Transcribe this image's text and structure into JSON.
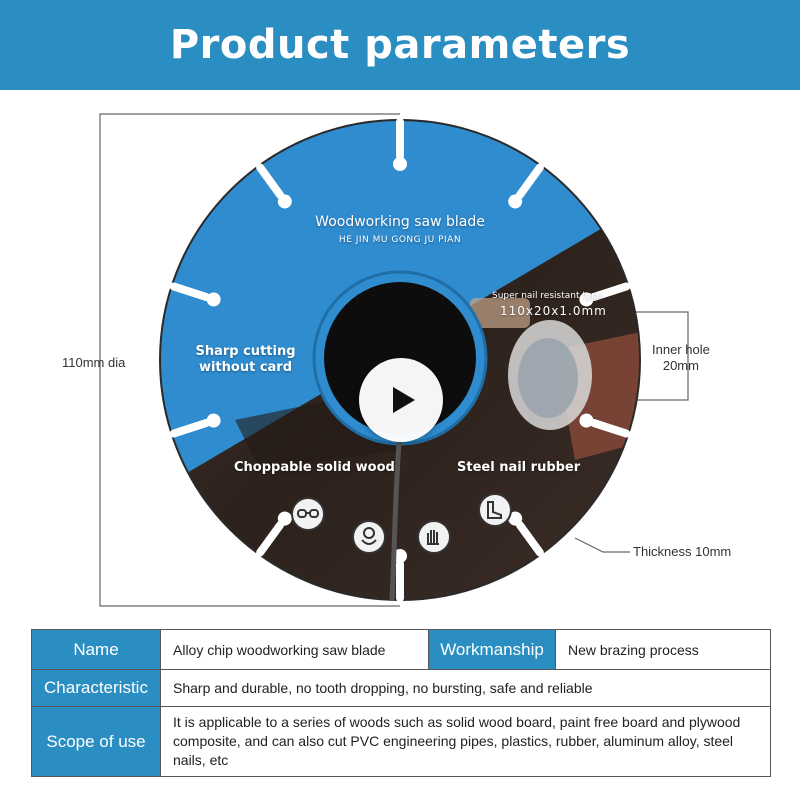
{
  "header": {
    "title": "Product parameters"
  },
  "diagram": {
    "diameter_label": "110mm dia",
    "inner_hole_label": "Inner hole",
    "inner_hole_value": "20mm",
    "thickness_label": "Thickness 10mm",
    "blade": {
      "title": "Woodworking saw blade",
      "subtitle": "HE  JIN  MU  GONG  JU  PIAN",
      "sharp_line1": "Sharp cutting",
      "sharp_line2": "without card",
      "nail_resistant": "Super nail resistant type",
      "spec": "110x20x1.0mm",
      "choppable": "Choppable solid wood",
      "steel_nail": "Steel nail rubber"
    },
    "icons": [
      "goggles-icon",
      "mask-icon",
      "gloves-icon",
      "boots-icon"
    ],
    "colors": {
      "blade_blue": "#2f8ccf",
      "blade_dark": "#3a2a24",
      "header_blue": "#2b8ec2"
    }
  },
  "table": {
    "row1": {
      "label1": "Name",
      "value1": "Alloy chip woodworking saw blade",
      "label2": "Workmanship",
      "value2": "New brazing process"
    },
    "row2": {
      "label": "Characteristic",
      "value": "Sharp and durable, no tooth dropping, no bursting, safe and reliable"
    },
    "row3": {
      "label": "Scope of use",
      "value": "It is applicable to a series of woods such as solid wood board, paint free board and plywood composite, and can also cut PVC engineering pipes, plastics, rubber, aluminum alloy, steel nails, etc"
    }
  }
}
